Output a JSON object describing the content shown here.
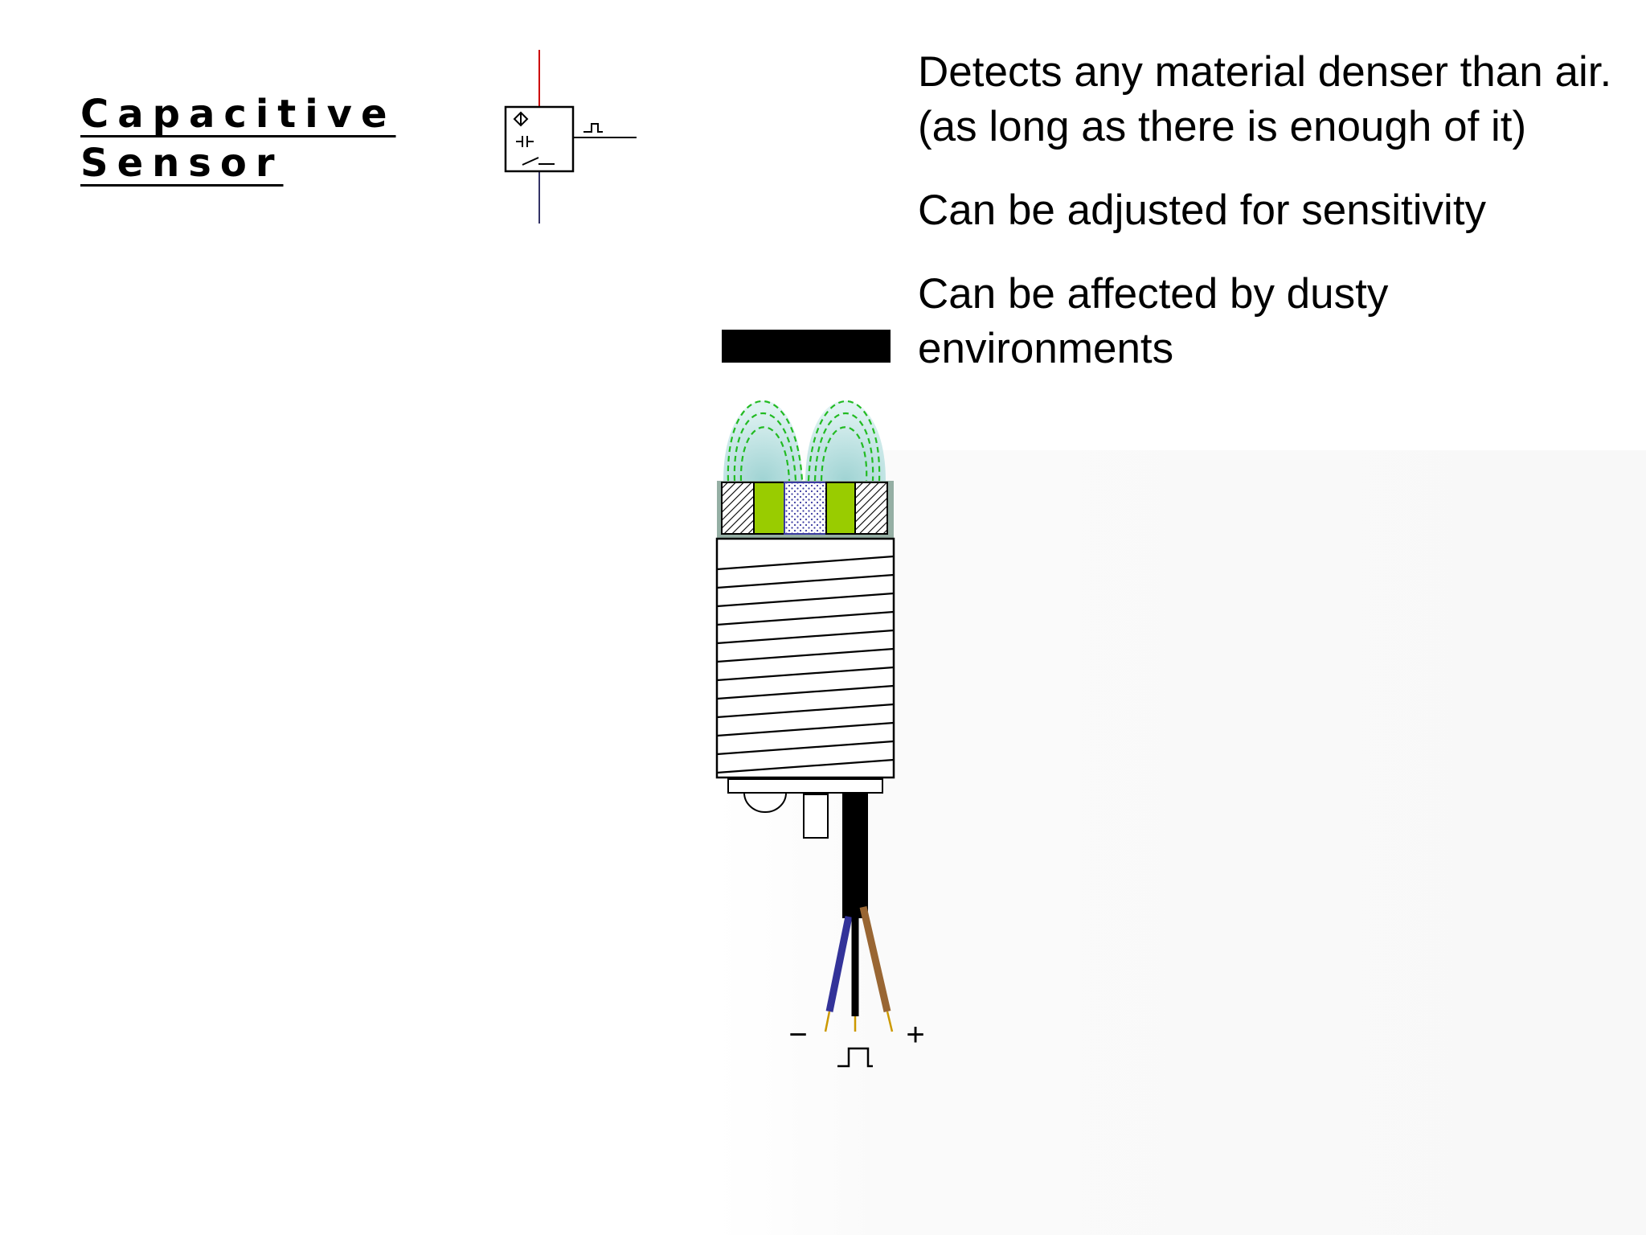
{
  "title": {
    "line1": "Capacitive",
    "line2": "Sensor"
  },
  "bullets": [
    "Detects any material denser than air. (as long as there is enough of it)",
    "Can be adjusted for sensitivity",
    "Can be affected by dusty environments"
  ],
  "wire_labels": {
    "negative": "−",
    "positive": "+"
  },
  "colors": {
    "field_lines": "#22bb22",
    "field_glow": "#a8dcdc",
    "electrode": "#99cc00",
    "wire_negative": "#333399",
    "wire_positive": "#996633",
    "wire_signal": "#000000",
    "symbol_top_lead": "#cc0000",
    "symbol_bottom_lead": "#333366"
  }
}
